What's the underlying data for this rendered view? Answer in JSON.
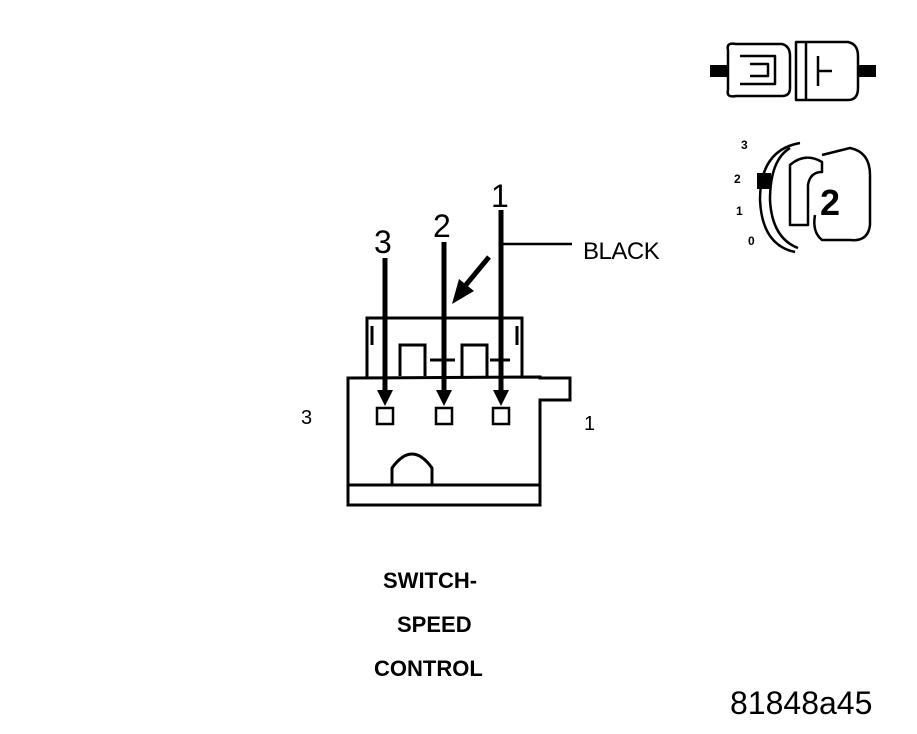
{
  "diagram": {
    "pin_labels_top": [
      "3",
      "2",
      "1"
    ],
    "side_label_left": "3",
    "side_label_right": "1",
    "wire_color_label": "BLACK",
    "caption_lines": [
      "SWITCH-",
      "SPEED",
      "CONTROL"
    ],
    "figure_id": "81848a45",
    "rotary_positions": [
      "3",
      "2",
      "1",
      "0"
    ],
    "rotary_selected": "2",
    "colors": {
      "ink": "#000000",
      "background": "#ffffff"
    }
  }
}
